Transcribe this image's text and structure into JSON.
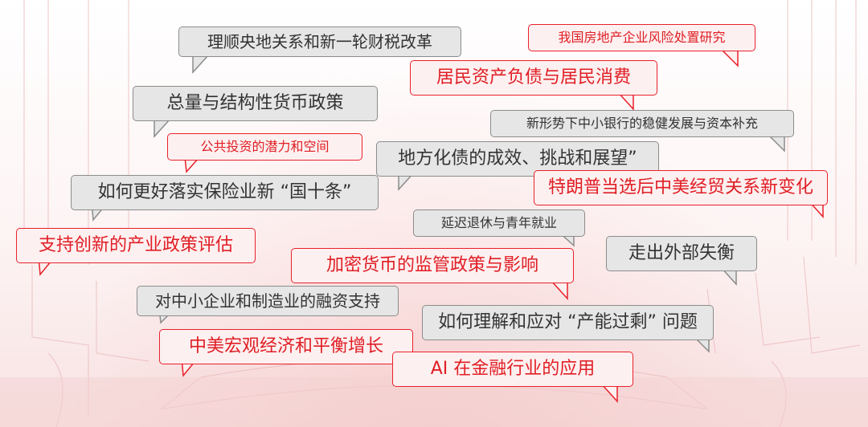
{
  "palette": {
    "red_border": "#e8212a",
    "red_text": "#e01e25",
    "gray_border": "#8c8c8c",
    "gray_fill": "#e6e6e6",
    "gray_text": "#333333"
  },
  "bubbles": [
    {
      "text": "理顺央地关系和新一轮财税改革",
      "style": "gray"
    },
    {
      "text": "我国房地产企业风险处置研究",
      "style": "red"
    },
    {
      "text": "居民资产负债与居民消费",
      "style": "red"
    },
    {
      "text": "总量与结构性货币政策",
      "style": "gray"
    },
    {
      "text": "新形势下中小银行的稳健发展与资本补充",
      "style": "gray"
    },
    {
      "text": "公共投资的潜力和空间",
      "style": "red"
    },
    {
      "text": "地方化债的成效、挑战和展望”",
      "style": "gray"
    },
    {
      "text": "如何更好落实保险业新 “国十条”",
      "style": "gray"
    },
    {
      "text": "特朗普当选后中美经贸关系新变化",
      "style": "red"
    },
    {
      "text": "延迟退休与青年就业",
      "style": "gray"
    },
    {
      "text": "支持创新的产业政策评估",
      "style": "red"
    },
    {
      "text": "走出外部失衡",
      "style": "gray"
    },
    {
      "text": "加密货币的监管政策与影响",
      "style": "red"
    },
    {
      "text": "对中小企业和制造业的融资支持",
      "style": "gray"
    },
    {
      "text": "如何理解和应对 “产能过剩” 问题",
      "style": "gray"
    },
    {
      "text": "中美宏观经济和平衡增长",
      "style": "red"
    },
    {
      "text": "AI 在金融行业的应用",
      "style": "red"
    }
  ]
}
